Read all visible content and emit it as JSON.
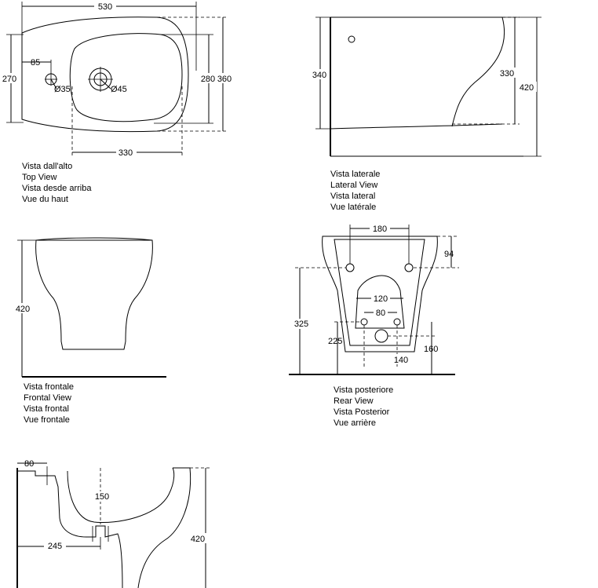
{
  "top_view": {
    "dims": {
      "width": "530",
      "hole_offset": "85",
      "hole_small": "Ø35",
      "hole_large": "Ø45",
      "depth": "270",
      "inner_depth": "280",
      "outer_depth": "360",
      "inner_width": "330"
    },
    "caption": [
      "Vista dall'alto",
      "Top View",
      "Vista desde arriba",
      "Vue du haut"
    ]
  },
  "lateral_view": {
    "dims": {
      "left_height": "340",
      "inner_height": "330",
      "total_height": "420"
    },
    "caption": [
      "Vista laterale",
      "Lateral View",
      "Vista lateral",
      "Vue latérale"
    ]
  },
  "frontal_view": {
    "dims": {
      "height": "420"
    },
    "caption": [
      "Vista frontale",
      "Frontal View",
      "Vista frontal",
      "Vue frontale"
    ]
  },
  "rear_view": {
    "dims": {
      "top_holes": "180",
      "top_offset": "94",
      "mid_width": "120",
      "low_holes": "80",
      "height_total": "325",
      "height_low": "225",
      "height_right": "160",
      "bottom_width": "140"
    },
    "caption": [
      "Vista posteriore",
      "Rear View",
      "Vista Posterior",
      "Vue arrière"
    ]
  },
  "section_view": {
    "dims": {
      "wall": "80",
      "drain": "150",
      "depth": "245",
      "height": "420"
    }
  }
}
